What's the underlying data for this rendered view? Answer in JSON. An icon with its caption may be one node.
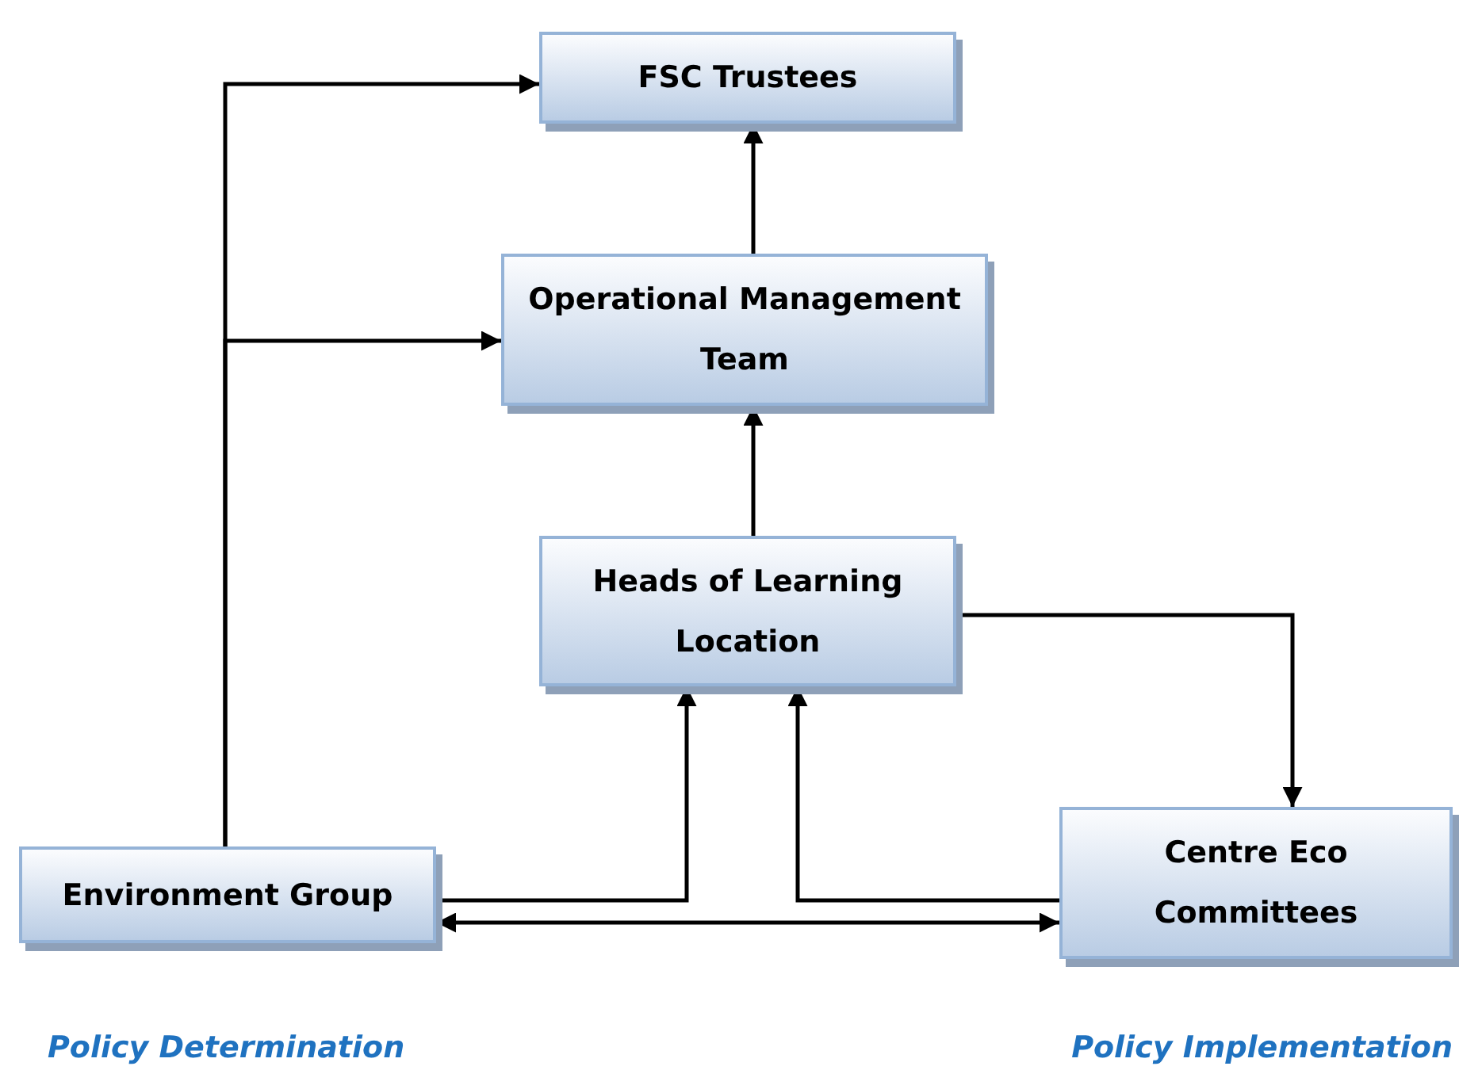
{
  "diagram": {
    "nodes": [
      {
        "text": [
          "FSC Trustees"
        ]
      },
      {
        "text": [
          "Operational Management Team"
        ]
      },
      {
        "text": [
          "Heads of Learning Location"
        ]
      },
      {
        "text": [
          "Environment Group"
        ]
      },
      {
        "text": [
          "Centre Eco Committees"
        ]
      }
    ],
    "edges": [
      {
        "from": 3,
        "to": 0,
        "arrow": "to"
      },
      {
        "from": 3,
        "to": 1,
        "arrow": "to"
      },
      {
        "from": 1,
        "to": 0,
        "arrow": "to"
      },
      {
        "from": 2,
        "to": 1,
        "arrow": "to"
      },
      {
        "from": 2,
        "to": 4,
        "arrow": "to"
      },
      {
        "from": 3,
        "to": 2,
        "arrow": "to"
      },
      {
        "from": 4,
        "to": 2,
        "arrow": "to"
      },
      {
        "from": 3,
        "to": 4,
        "arrow": "both"
      }
    ],
    "labels": [
      "Policy Determination",
      "Policy Implementation"
    ]
  }
}
